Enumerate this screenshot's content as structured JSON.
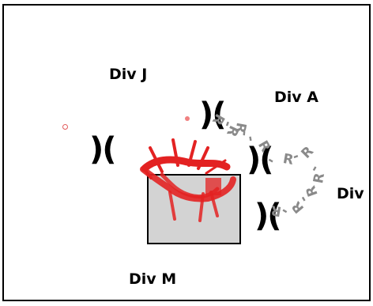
{
  "labels": {
    "div_j": "Div J",
    "div_a": "Div A",
    "div_z": "Div Z",
    "div_m": "Div M"
  },
  "paren_glyph": ")(",
  "curve_text": [
    "R",
    "-",
    "R",
    "-",
    "R",
    "-",
    "R",
    "-",
    "R",
    "-",
    "R"
  ],
  "colors": {
    "scribble": "#e32222",
    "box": "#d3d3d3",
    "curve_text": "#8a8a8a",
    "dot_outline": "#e35c5c",
    "dot_fill": "#f08080"
  }
}
